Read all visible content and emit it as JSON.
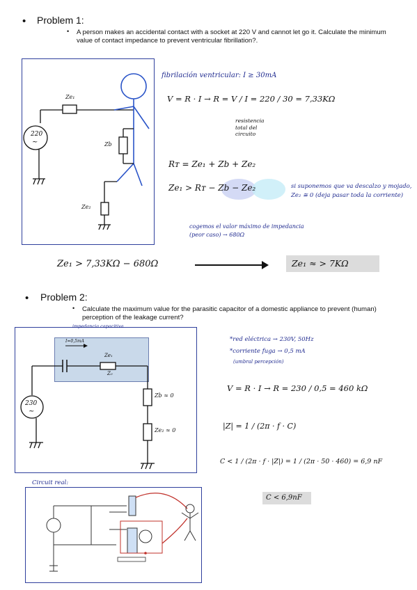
{
  "problem1": {
    "bullet": "•",
    "title": "Problem 1:",
    "sub_bullet": "•",
    "description": "A person makes an accidental contact with a socket at 220 V and cannot let go it. Calculate the minimum value of contact impedance to prevent ventricular fibrillation?.",
    "circuit": {
      "source": "220",
      "ze1": "Ze₁",
      "zb": "Zb",
      "ze2": "Ze₂"
    },
    "notes": {
      "fibrillation": "fibrilación ventricular: I ≥ 30mA",
      "ohm_law": "V = R · I  →  R = V / I = 220 / 30 = 7,33KΩ",
      "resistance_note": "resistencia total del circuito",
      "rt_eq": "Rᴛ = Ze₁ + Zb + Ze₂",
      "ze1_eq": "Ze₁ > Rᴛ − Zb − Ze₂",
      "barefoot_note": "si suponemos que va descalzo y mojado, Ze₂ ≅ 0 (deja pasar toda la corriente)",
      "max_imp_note": "cogemos el valor máximo de impedancia (peor caso) → 680Ω",
      "final_left": "Ze₁ > 7,33KΩ − 680Ω",
      "final_right": "Ze₁ ≈ > 7KΩ"
    }
  },
  "problem2": {
    "bullet": "•",
    "title": "Problem 2:",
    "sub_bullet": "•",
    "description": "Calculate the maximum value for the parasitic capacitor of a domestic appliance to prevent (human) perception of the leakage current?",
    "circuit": {
      "source": "230",
      "cap_label": "impedancia capacitiva",
      "current": "I=0,5mA",
      "ze1": "Ze₁",
      "zb": "Zb ≈ 0",
      "ze2": "Ze₂ ≈ 0",
      "z0": "Z₀"
    },
    "notes": {
      "grid": "*red eléctrica → 230V, 50Hz",
      "leak": "*corriente fuga → 0,5 mA",
      "threshold": "(umbral percepción)",
      "ohm_law": "V = R · I → R = 230 / 0,5 = 460 kΩ",
      "z_eq": "|Z| = 1 / (2π · f · C)",
      "c_eq": "C < 1 / (2π · f · |Z|) = 1 / (2π · 50 · 460) = 6,9 nF",
      "result": "C < 6,9nF"
    },
    "real_circuit_label": "Circuit real:"
  },
  "colors": {
    "box_blue": "#2e3f9c",
    "ink_blue": "#1f2a8f",
    "highlight": "#dcdcdc",
    "appliance_fill": "#c9d9ea"
  }
}
